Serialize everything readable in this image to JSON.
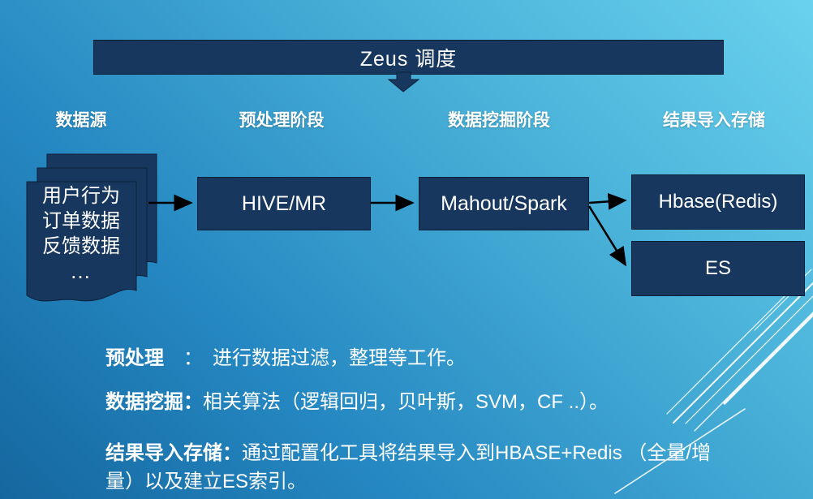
{
  "banner": {
    "title": "Zeus 调度"
  },
  "columns": [
    {
      "label": "数据源"
    },
    {
      "label": "预处理阶段"
    },
    {
      "label": "数据挖掘阶段"
    },
    {
      "label": "结果导入存储"
    }
  ],
  "nodes": {
    "source_stack": {
      "lines": [
        "用户行为",
        "订单数据",
        "反馈数据",
        "…"
      ]
    },
    "preprocess": {
      "label": "HIVE/MR"
    },
    "mining": {
      "label": "Mahout/Spark"
    },
    "storage_primary": {
      "label": "Hbase(Redis)"
    },
    "storage_secondary": {
      "label": "ES"
    }
  },
  "notes": [
    {
      "label": "预处理",
      "sep": "　：　",
      "desc": "进行数据过滤，整理等工作。"
    },
    {
      "label": "数据挖掘",
      "sep": "：",
      "desc": "相关算法（逻辑回归，贝叶斯，SVM，CF ..）。"
    },
    {
      "label": "结果导入存储",
      "sep": "：",
      "desc": "通过配置化工具将结果导入到HBASE+Redis （全量/增量）以及建立ES索引。"
    }
  ],
  "colors": {
    "node_fill": "#17375e",
    "background_light": "#6ad1ee",
    "background_dark": "#15679f",
    "connector": "#000000",
    "text": "#ffffff"
  }
}
